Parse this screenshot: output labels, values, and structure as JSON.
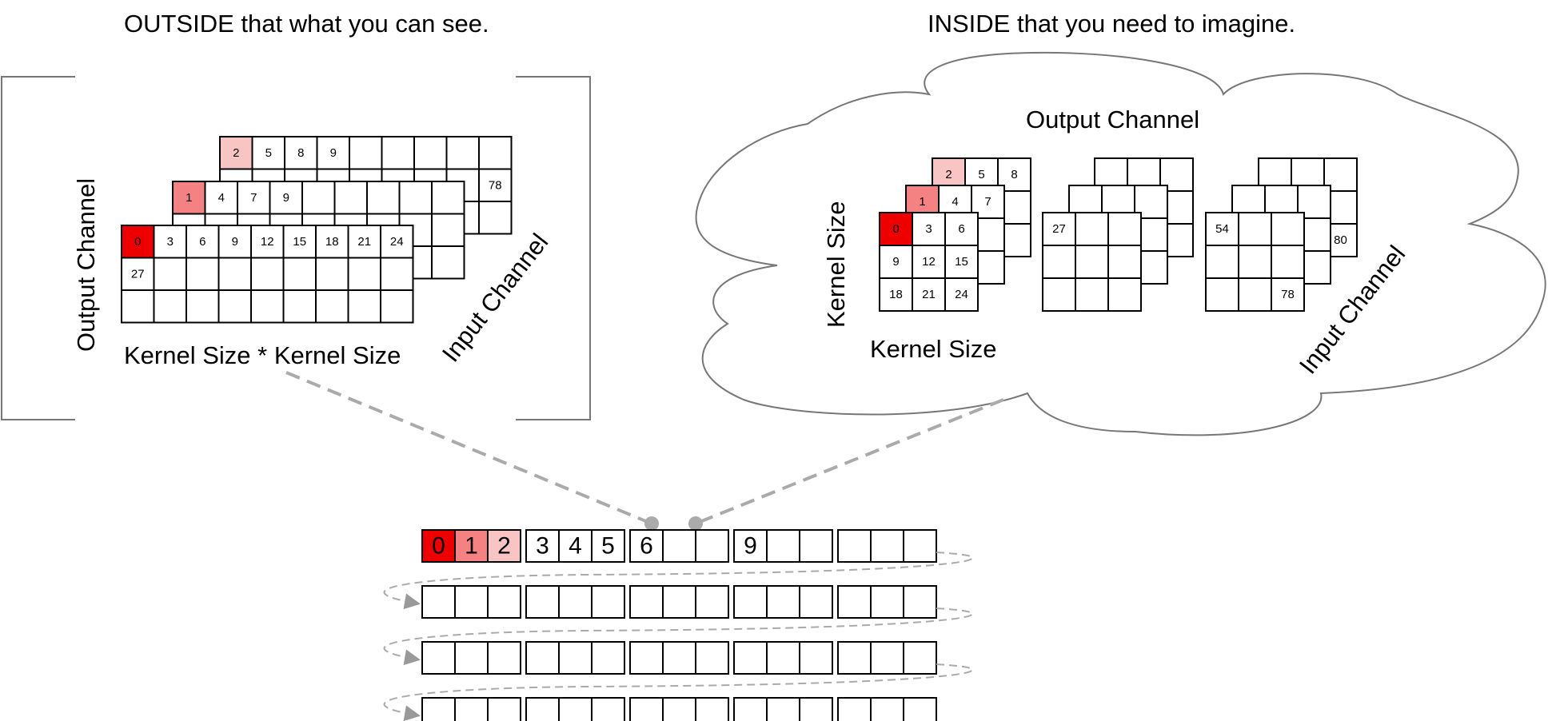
{
  "colors": {
    "highlight_0": "#ee0000",
    "highlight_1": "#f58282",
    "highlight_2": "#f9c4c4",
    "connector": "#aaaaaa",
    "outline": "#777777"
  },
  "outside": {
    "title": "OUTSIDE that what you can see.",
    "label_output_channel": "Output Channel",
    "label_kernel_product": "Kernel Size * Kernel Size",
    "label_input_channel": "Input Channel",
    "layers": [
      {
        "row0": [
          "2",
          "5",
          "8",
          "9",
          "",
          "",
          "",
          "",
          ""
        ],
        "row1": [
          "",
          "",
          "",
          "",
          "",
          "",
          "",
          "",
          "78"
        ],
        "row2": [
          "",
          "",
          "",
          "",
          "",
          "",
          "",
          "",
          ""
        ]
      },
      {
        "row0": [
          "1",
          "4",
          "7",
          "9",
          "",
          "",
          "",
          "",
          ""
        ],
        "row1": [
          "",
          "",
          "",
          "",
          "",
          "",
          "",
          "",
          ""
        ],
        "row2": [
          "",
          "",
          "",
          "",
          "",
          "",
          "",
          "",
          ""
        ]
      },
      {
        "row0": [
          "0",
          "3",
          "6",
          "9",
          "12",
          "15",
          "18",
          "21",
          "24"
        ],
        "row1": [
          "27",
          "",
          "",
          "",
          "",
          "",
          "",
          "",
          ""
        ],
        "row2": [
          "",
          "",
          "",
          "",
          "",
          "",
          "",
          "",
          ""
        ]
      }
    ]
  },
  "inside": {
    "title": "INSIDE that you need to imagine.",
    "label_output_channel": "Output Channel",
    "label_kernel_size_vertical": "Kernel Size",
    "label_kernel_size_horizontal": "Kernel Size",
    "label_input_channel": "Input Channel",
    "group1": {
      "back": [
        "2",
        "5",
        "8",
        "",
        "",
        "",
        "",
        "",
        ""
      ],
      "middle": [
        "1",
        "4",
        "7",
        "",
        "",
        "",
        "",
        "",
        ""
      ],
      "front": [
        "0",
        "3",
        "6",
        "9",
        "12",
        "15",
        "18",
        "21",
        "24"
      ]
    },
    "group2": {
      "back": [
        "",
        "",
        "",
        "",
        "",
        "",
        "",
        "",
        ""
      ],
      "middle": [
        "",
        "",
        "",
        "",
        "",
        "",
        "",
        "",
        ""
      ],
      "front": [
        "27",
        "",
        "",
        "",
        "",
        "",
        "",
        "",
        ""
      ]
    },
    "group3": {
      "back": [
        "",
        "",
        "",
        "",
        "",
        "",
        "",
        "",
        "80"
      ],
      "middle": [
        "",
        "",
        "",
        "",
        "",
        "",
        "",
        "",
        ""
      ],
      "front": [
        "54",
        "",
        "",
        "",
        "",
        "",
        "",
        "",
        "78"
      ]
    }
  },
  "memory": {
    "rows": [
      [
        "0",
        "1",
        "2",
        "3",
        "4",
        "5",
        "6",
        "",
        "",
        "9",
        "",
        "",
        "",
        "",
        ""
      ],
      [
        "",
        "",
        "",
        "",
        "",
        "",
        "",
        "",
        "",
        "",
        "",
        "",
        "",
        "",
        ""
      ],
      [
        "",
        "",
        "",
        "",
        "",
        "",
        "",
        "",
        "",
        "",
        "",
        "",
        "",
        "",
        ""
      ],
      [
        "",
        "",
        "",
        "",
        "",
        "",
        "",
        "",
        "",
        "",
        "",
        "",
        "",
        "",
        ""
      ]
    ]
  }
}
